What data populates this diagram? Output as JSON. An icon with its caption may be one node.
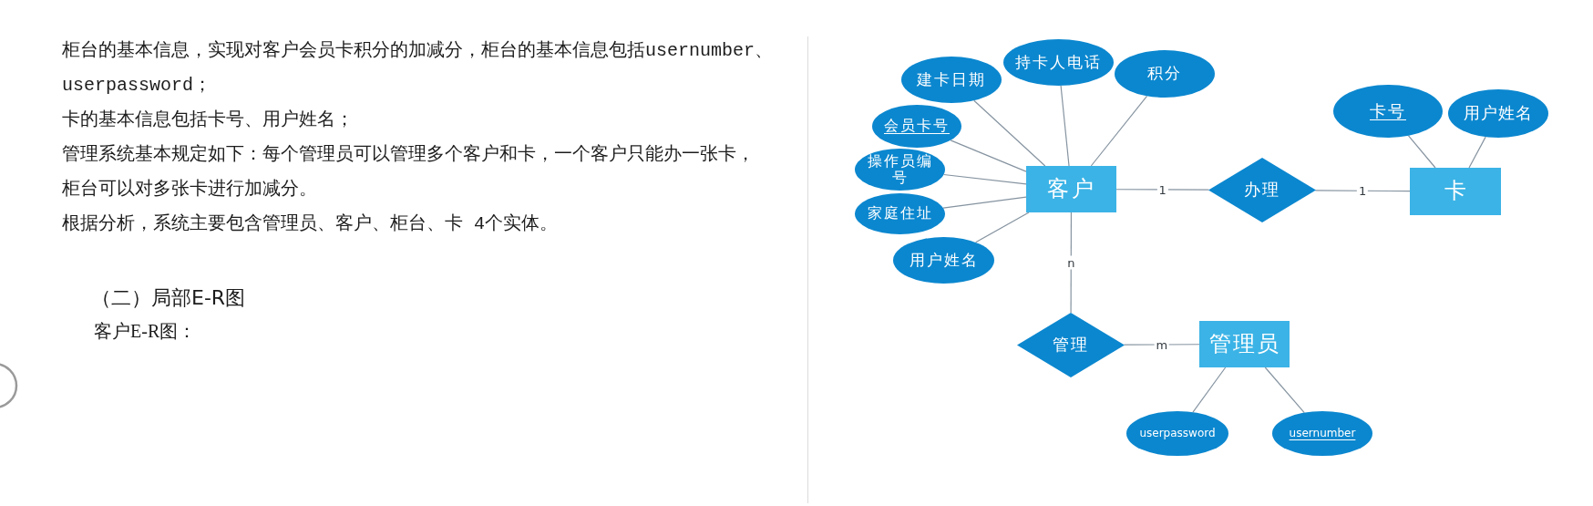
{
  "diagram": {
    "nodes": [
      {
        "text": [
          "建卡日期"
        ]
      },
      {
        "text": [
          "持卡人电话"
        ]
      },
      {
        "text": [
          "积分"
        ]
      },
      {
        "text": [
          "卡号"
        ]
      },
      {
        "text": [
          "用户姓名"
        ]
      },
      {
        "text": [
          "会员卡号"
        ]
      },
      {
        "text": [
          "操作员编号"
        ]
      },
      {
        "text": [
          "客户"
        ]
      },
      {
        "text": [
          "办理"
        ]
      },
      {
        "text": [
          "卡"
        ]
      },
      {
        "text": [
          "家庭住址"
        ]
      },
      {
        "text": [
          "用户姓名"
        ]
      },
      {
        "text": [
          "管理"
        ]
      },
      {
        "text": [
          "管理员"
        ]
      },
      {
        "text": [
          "userpassword"
        ]
      },
      {
        "text": [
          "usernumber"
        ]
      }
    ],
    "edges": [
      {
        "from": 0,
        "to": 7,
        "arrow": "none"
      },
      {
        "from": 1,
        "to": 7,
        "arrow": "none"
      },
      {
        "from": 2,
        "to": 7,
        "arrow": "none"
      },
      {
        "from": 5,
        "to": 7,
        "arrow": "none"
      },
      {
        "from": 6,
        "to": 7,
        "arrow": "none"
      },
      {
        "from": 10,
        "to": 7,
        "arrow": "none"
      },
      {
        "from": 11,
        "to": 7,
        "arrow": "none"
      },
      {
        "from": 3,
        "to": 9,
        "arrow": "none"
      },
      {
        "from": 4,
        "to": 9,
        "arrow": "none"
      },
      {
        "from": 7,
        "to": 8,
        "arrow": "none",
        "label": "1"
      },
      {
        "from": 8,
        "to": 9,
        "arrow": "none",
        "label": "1"
      },
      {
        "from": 7,
        "to": 12,
        "arrow": "none",
        "label": "n"
      },
      {
        "from": 12,
        "to": 13,
        "arrow": "none",
        "label": "m"
      },
      {
        "from": 13,
        "to": 14,
        "arrow": "none"
      },
      {
        "from": 13,
        "to": 15,
        "arrow": "none"
      }
    ],
    "labels": [
      "柜台的基本信息，实现对客户会员卡积分的加减分，柜台的基本信息包括usernumber、userpassword；",
      "卡的基本信息包括卡号、用户姓名；",
      "管理系统基本规定如下：每个管理员可以管理多个客户和卡，一个客户只能办一张卡，柜台可以对多张卡进行加减分。",
      "根据分析，系统主要包含管理员、客户、柜台、卡 4个实体。",
      "（二）局部E-R图",
      "客户E-R图："
    ]
  }
}
